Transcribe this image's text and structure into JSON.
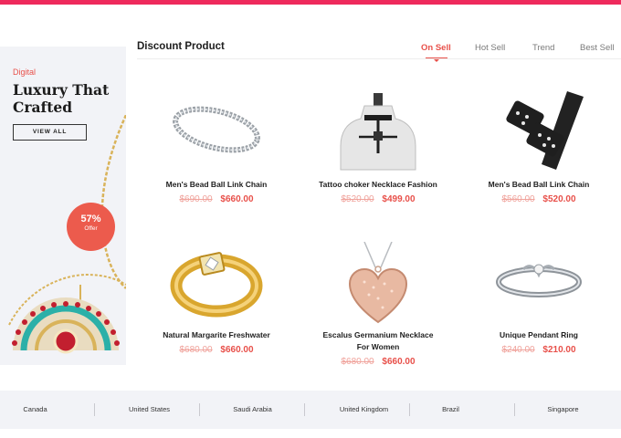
{
  "colors": {
    "accent": "#e8504a",
    "topbar": "#ee2a5c",
    "panel": "#f2f3f7"
  },
  "promo": {
    "tag": "Digital",
    "title_line1": "Luxury That",
    "title_line2": "Crafted",
    "button": "VIEW ALL",
    "offer_percent": "57%",
    "offer_word": "Offer"
  },
  "section": {
    "title": "Discount Product",
    "tabs": [
      "On Sell",
      "Hot Sell",
      "Trend",
      "Best Sell"
    ],
    "active_tab": "On Sell"
  },
  "products": [
    {
      "name": "Men's Bead Ball Link Chain",
      "name2": "",
      "old_price": "$690.00",
      "price": "$660.00",
      "icon": "chain-bracelet-icon"
    },
    {
      "name": "Tattoo choker Necklace Fashion",
      "name2": "",
      "old_price": "$520.00",
      "price": "$499.00",
      "icon": "choker-mannequin-icon"
    },
    {
      "name": "Men's Bead Ball Link Chain",
      "name2": "",
      "old_price": "$560.00",
      "price": "$520.00",
      "icon": "leather-cuff-icon"
    },
    {
      "name": "Natural Margarite Freshwater",
      "name2": "",
      "old_price": "$680.00",
      "price": "$660.00",
      "icon": "gold-ring-icon"
    },
    {
      "name": "Escalus Germanium Necklace",
      "name2": "For Women",
      "old_price": "$680.00",
      "price": "$660.00",
      "icon": "heart-pendant-icon"
    },
    {
      "name": "Unique Pendant Ring",
      "name2": "",
      "old_price": "$240.00",
      "price": "$210.00",
      "icon": "silver-ring-icon"
    }
  ],
  "countries": [
    "Canada",
    "United States",
    "Saudi Arabia",
    "United Kingdom",
    "Brazil",
    "Singapore"
  ]
}
